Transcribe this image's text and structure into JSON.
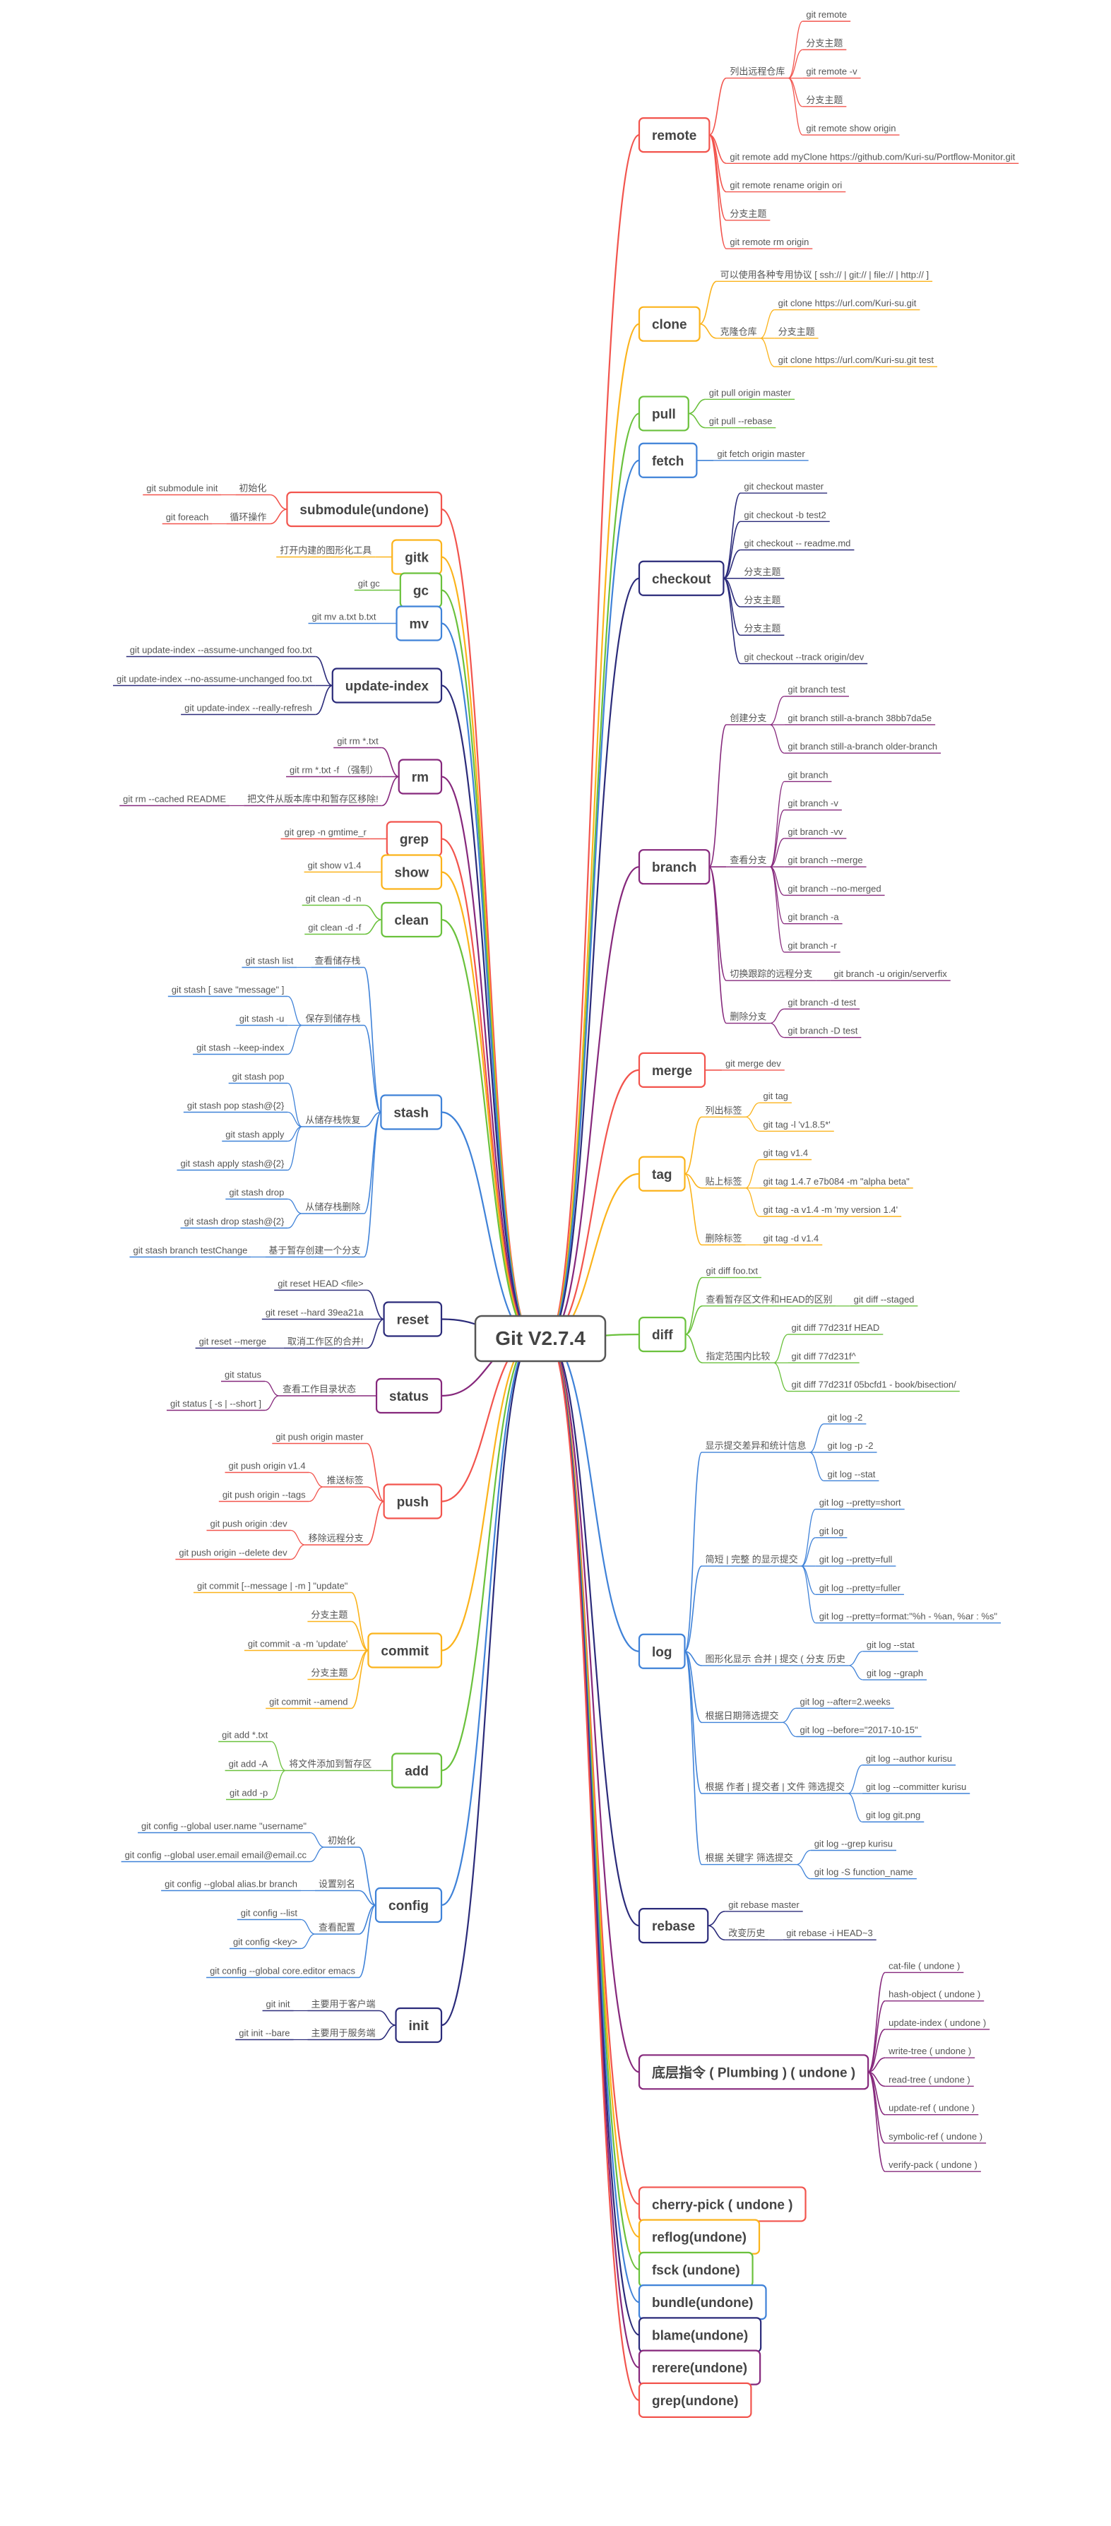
{
  "root": "Git V2.7.4",
  "palette": {
    "red": "#f2544d",
    "orange": "#fbb31b",
    "green": "#6ac13c",
    "blue": "#3f82d8",
    "navy": "#2b2b7a",
    "purple": "#86287c"
  },
  "right": [
    {
      "label": "remote",
      "color": "red",
      "children": [
        {
          "label": "列出远程仓库",
          "children": [
            "git remote",
            "分支主题",
            "git remote -v",
            "分支主题",
            "git remote show origin"
          ]
        },
        "git remote add myClone https://github.com/Kuri-su/Portflow-Monitor.git",
        "git remote rename origin ori",
        "分支主题",
        "git remote rm origin"
      ]
    },
    {
      "label": "clone",
      "color": "orange",
      "children": [
        "可以使用各种专用协议 [ ssh:// | git:// | file:// | http:// ]",
        {
          "label": "克隆仓库",
          "children": [
            "git clone https://url.com/Kuri-su.git",
            "分支主题",
            "git clone https://url.com/Kuri-su.git test"
          ]
        }
      ]
    },
    {
      "label": "pull",
      "color": "green",
      "children": [
        "git pull origin master",
        "git pull --rebase"
      ]
    },
    {
      "label": "fetch",
      "color": "blue",
      "children": [
        "git fetch origin master"
      ]
    },
    {
      "label": "checkout",
      "color": "navy",
      "children": [
        "git checkout master",
        "git checkout -b test2",
        "git checkout -- readme.md",
        "分支主题",
        "分支主题",
        "分支主题",
        "git checkout --track origin/dev"
      ]
    },
    {
      "label": "branch",
      "color": "purple",
      "children": [
        {
          "label": "创建分支",
          "children": [
            "git branch test",
            "git branch still-a-branch 38bb7da5e",
            "git branch still-a-branch older-branch"
          ]
        },
        {
          "label": "查看分支",
          "children": [
            "git branch",
            "git branch -v",
            "git branch -vv",
            "git branch --merge",
            "git branch --no-merged",
            "git branch -a",
            "git branch -r"
          ]
        },
        {
          "label": "切换跟踪的远程分支",
          "children": [
            "git branch -u origin/serverfix"
          ]
        },
        {
          "label": "删除分支",
          "children": [
            "git branch -d test",
            "git branch -D test"
          ]
        }
      ]
    },
    {
      "label": "merge",
      "color": "red",
      "children": [
        "git merge dev"
      ]
    },
    {
      "label": "tag",
      "color": "orange",
      "children": [
        {
          "label": "列出标签",
          "children": [
            "git tag",
            "git tag -l 'v1.8.5*'"
          ]
        },
        {
          "label": "贴上标签",
          "children": [
            "git tag v1.4",
            "git tag 1.4.7 e7b084 -m \"alpha beta\"",
            "git tag -a v1.4 -m 'my version 1.4'"
          ]
        },
        {
          "label": "删除标签",
          "children": [
            "git tag -d v1.4"
          ]
        }
      ]
    },
    {
      "label": "diff",
      "color": "green",
      "children": [
        "git diff foo.txt",
        {
          "label": "查看暂存区文件和HEAD的区别",
          "children": [
            "git diff --staged"
          ]
        },
        {
          "label": "指定范围内比较",
          "children": [
            "git diff 77d231f HEAD",
            "git diff 77d231f^",
            "git diff 77d231f 05bcfd1 - book/bisection/"
          ]
        }
      ]
    },
    {
      "label": "log",
      "color": "blue",
      "children": [
        {
          "label": "显示提交差异和统计信息",
          "children": [
            "git log -2",
            "git log -p -2",
            "git log --stat"
          ]
        },
        {
          "label": "简短 | 完整 的显示提交",
          "children": [
            "git log --pretty=short",
            "git log",
            "git log --pretty=full",
            "git log --pretty=fuller",
            "git log --pretty=format:\"%h - %an, %ar : %s\""
          ]
        },
        {
          "label": "图形化显示 合并 | 提交 ( 分支 历史",
          "children": [
            "git log --stat",
            "git log --graph"
          ]
        },
        {
          "label": "根据日期筛选提交",
          "children": [
            "git log --after=2.weeks",
            "git log --before=\"2017-10-15\""
          ]
        },
        {
          "label": "根据 作者 | 提交者 | 文件 筛选提交",
          "children": [
            "git log --author kurisu",
            "git log --committer kurisu",
            "git log git.png"
          ]
        },
        {
          "label": "根据 关键字 筛选提交",
          "children": [
            "git log --grep kurisu",
            "git log -S function_name"
          ]
        }
      ]
    },
    {
      "label": "rebase",
      "color": "navy",
      "children": [
        "git rebase master",
        {
          "label": "改变历史",
          "children": [
            "git rebase -i HEAD~3"
          ]
        }
      ]
    },
    {
      "label": "底层指令 ( Plumbing ) ( undone )",
      "color": "purple",
      "children": [
        "cat-file ( undone )",
        "hash-object ( undone )",
        "update-index ( undone )",
        "write-tree ( undone )",
        "read-tree ( undone )",
        "update-ref ( undone )",
        "symbolic-ref ( undone )",
        "verify-pack ( undone )"
      ]
    },
    {
      "label": "cherry-pick ( undone )",
      "color": "red",
      "children": []
    },
    {
      "label": "reflog(undone)",
      "color": "orange",
      "children": []
    },
    {
      "label": "fsck (undone)",
      "color": "green",
      "children": []
    },
    {
      "label": "bundle(undone)",
      "color": "blue",
      "children": []
    },
    {
      "label": "blame(undone)",
      "color": "navy",
      "children": []
    },
    {
      "label": "rerere(undone)",
      "color": "purple",
      "children": []
    },
    {
      "label": "grep(undone)",
      "color": "red",
      "children": []
    }
  ],
  "left": [
    {
      "label": "submodule(undone)",
      "color": "red",
      "children": [
        {
          "label": "初始化",
          "children": [
            "git submodule init"
          ]
        },
        {
          "label": "循环操作",
          "children": [
            "git foreach"
          ]
        }
      ]
    },
    {
      "label": "gitk",
      "color": "orange",
      "children": [
        "打开内建的图形化工具"
      ]
    },
    {
      "label": "gc",
      "color": "green",
      "children": [
        "git gc"
      ]
    },
    {
      "label": "mv",
      "color": "blue",
      "children": [
        "git mv a.txt b.txt"
      ]
    },
    {
      "label": "update-index",
      "color": "navy",
      "children": [
        "git update-index --assume-unchanged foo.txt",
        "git update-index --no-assume-unchanged foo.txt",
        "git update-index --really-refresh"
      ]
    },
    {
      "label": "rm",
      "color": "purple",
      "children": [
        "git rm *.txt",
        "git rm *.txt -f （强制）",
        {
          "label": "把文件从版本库中和暂存区移除!",
          "children": [
            "git rm --cached README"
          ]
        }
      ]
    },
    {
      "label": "grep",
      "color": "red",
      "children": [
        "git grep -n gmtime_r"
      ]
    },
    {
      "label": "show",
      "color": "orange",
      "children": [
        "git show v1.4"
      ]
    },
    {
      "label": "clean",
      "color": "green",
      "children": [
        "git clean -d -n",
        "git clean -d -f"
      ]
    },
    {
      "label": "stash",
      "color": "blue",
      "children": [
        {
          "label": "查看储存栈",
          "children": [
            "git stash list"
          ]
        },
        {
          "label": "保存到储存栈",
          "children": [
            "git stash [ save \"message\" ]",
            "git stash -u",
            "git stash --keep-index"
          ]
        },
        {
          "label": "从储存栈恢复",
          "children": [
            "git stash pop",
            "git stash pop stash@{2}",
            "git stash apply",
            "git stash apply stash@{2}"
          ]
        },
        {
          "label": "从储存栈删除",
          "children": [
            "git stash drop",
            "git stash drop stash@{2}"
          ]
        },
        {
          "label": "基于暂存创建一个分支",
          "children": [
            "git stash branch testChange"
          ]
        }
      ]
    },
    {
      "label": "reset",
      "color": "navy",
      "children": [
        "git reset HEAD <file>",
        "git reset --hard 39ea21a",
        {
          "label": "取消工作区的合并!",
          "children": [
            "git reset --merge"
          ]
        }
      ]
    },
    {
      "label": "status",
      "color": "purple",
      "children": [
        {
          "label": "查看工作目录状态",
          "children": [
            "git status",
            "git status [ -s | --short ]"
          ]
        }
      ]
    },
    {
      "label": "push",
      "color": "red",
      "children": [
        "git push origin master",
        {
          "label": "推送标签",
          "children": [
            "git push origin v1.4",
            "git push origin --tags"
          ]
        },
        {
          "label": "移除远程分支",
          "children": [
            "git push origin :dev",
            "git push origin --delete dev"
          ]
        }
      ]
    },
    {
      "label": "commit",
      "color": "orange",
      "children": [
        "git commit [--message | -m ] \"update\"",
        "分支主题",
        "git commit -a -m 'update'",
        "分支主题",
        "git commit --amend"
      ]
    },
    {
      "label": "add",
      "color": "green",
      "children": [
        {
          "label": "将文件添加到暂存区",
          "children": [
            "git add *.txt",
            "git add -A",
            "git add -p"
          ]
        }
      ]
    },
    {
      "label": "config",
      "color": "blue",
      "children": [
        {
          "label": "初始化",
          "children": [
            "git config --global user.name \"username\"",
            "git config --global user.email email@email.cc"
          ]
        },
        {
          "label": "设置别名",
          "children": [
            "git config --global alias.br branch"
          ]
        },
        {
          "label": "查看配置",
          "children": [
            "git config --list",
            "git config <key>"
          ]
        },
        "git config --global core.editor emacs"
      ]
    },
    {
      "label": "init",
      "color": "navy",
      "children": [
        {
          "label": "主要用于客户端",
          "children": [
            "git init"
          ]
        },
        {
          "label": "主要用于服务端",
          "children": [
            "git init --bare"
          ]
        }
      ]
    }
  ]
}
